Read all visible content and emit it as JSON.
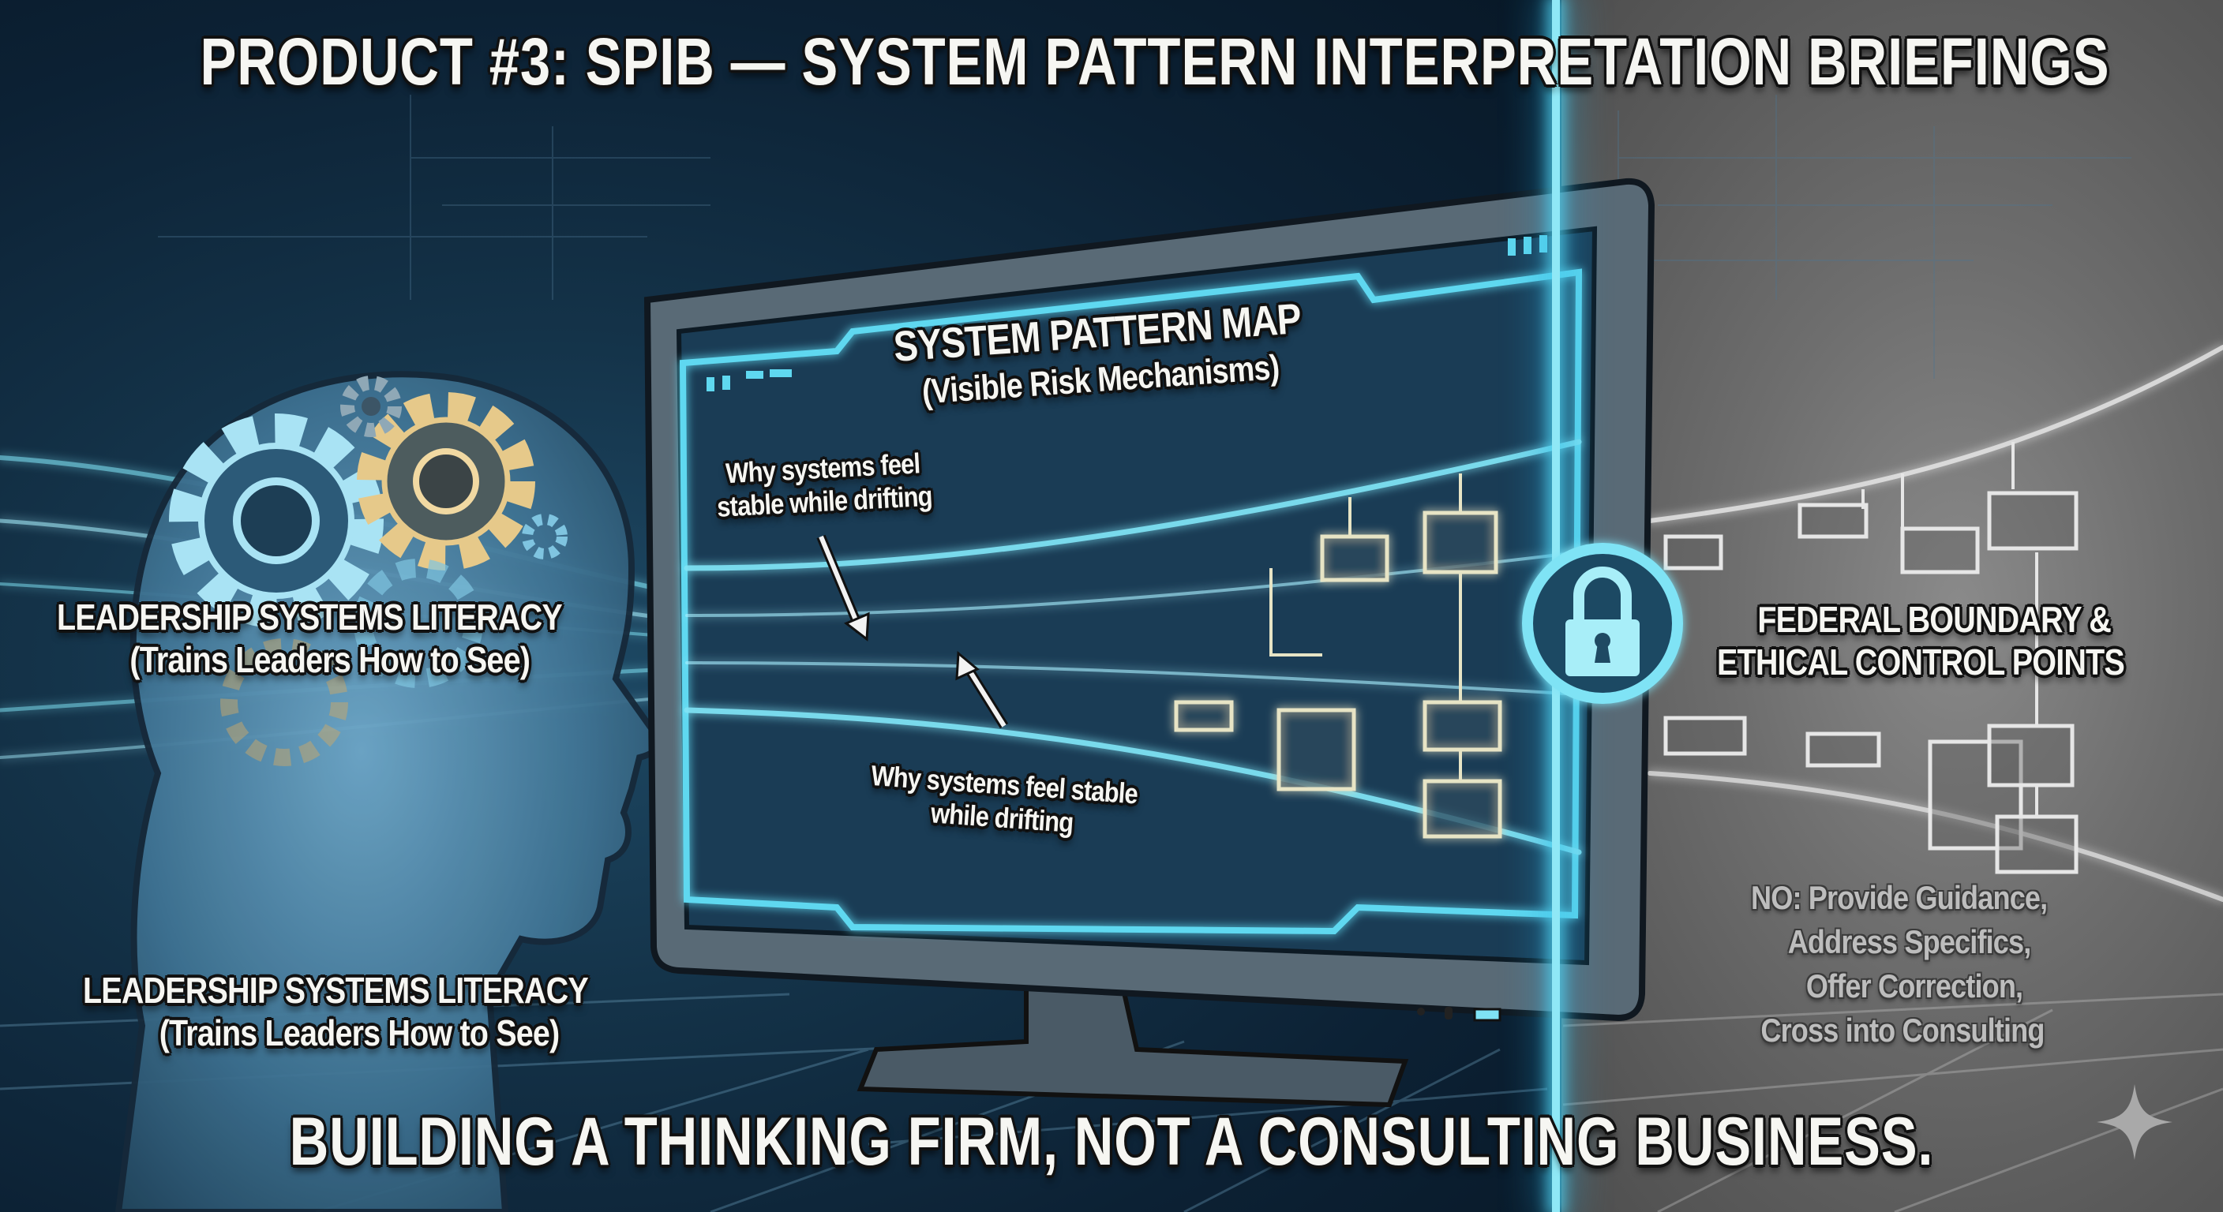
{
  "header": {
    "title": "PRODUCT #3: SPIB — SYSTEM PATTERN INTERPRETATION BRIEFINGS"
  },
  "left_panel": {
    "head_label": {
      "line1": "LEADERSHIP SYSTEMS LITERACY",
      "line2": "(Trains Leaders How to See)"
    },
    "bottom_label": {
      "line1": "LEADERSHIP SYSTEMS LITERACY",
      "line2": "(Trains Leaders How to See)"
    },
    "icons": [
      "head-profile-icon",
      "gear-icon-large-blue",
      "gear-icon-gold",
      "gear-icon-small"
    ]
  },
  "monitor": {
    "screen_title": {
      "line1": "SYSTEM PATTERN MAP",
      "line2": "(Visible Risk Mechanisms)"
    },
    "annotation_top": {
      "line1": "Why systems feel",
      "line2": "stable while drifting"
    },
    "annotation_bottom": {
      "line1": "Why systems feel stable",
      "line2": "while drifting"
    }
  },
  "boundary": {
    "icon": "padlock-icon",
    "accent_color": "#5fd8f0"
  },
  "right_panel": {
    "title": {
      "line1": "FEDERAL BOUNDARY &",
      "line2": "ETHICAL CONTROL POINTS"
    },
    "restrictions": {
      "line1": "NO: Provide Guidance,",
      "line2": "Address Specifics,",
      "line3": "Offer Correction,",
      "line4": "Cross into Consulting"
    }
  },
  "footer": {
    "tagline": "BUILDING A THINKING FIRM, NOT A CONSULTING BUSINESS."
  },
  "colors": {
    "left_bg": "#0c2134",
    "right_bg": "#6e6e6e",
    "glow_cyan": "#5fd8f0",
    "gear_gold": "#e6c98a",
    "text_white": "#f6f6f2"
  }
}
